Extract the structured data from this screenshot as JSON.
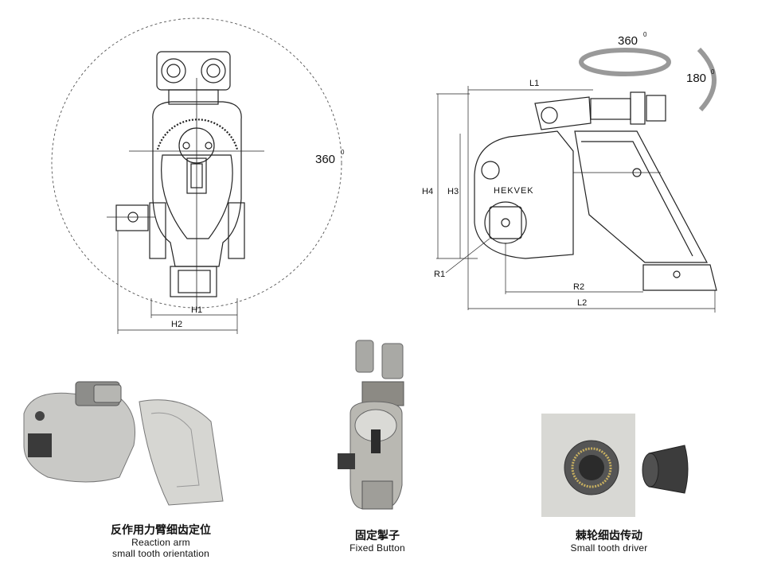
{
  "front_view": {
    "rotation_label": "360",
    "rotation_sup": "0",
    "dim_h1": "H1",
    "dim_h2": "H2"
  },
  "side_view": {
    "rotation_top": "360",
    "rotation_top_sup": "0",
    "rotation_side": "180",
    "rotation_side_sup": "0",
    "brand": "HEKVEK",
    "dims": {
      "l1": "L1",
      "l2": "L2",
      "h3": "H3",
      "h4": "H4",
      "r1": "R1",
      "r2": "R2"
    }
  },
  "captions": [
    {
      "zh": "反作用力臂细齿定位",
      "en1": "Reaction arm",
      "en2": "small tooth orientation"
    },
    {
      "zh": "固定掣子",
      "en1": "Fixed Button"
    },
    {
      "zh": "棘轮细齿传动",
      "en1": "Small tooth driver"
    }
  ]
}
